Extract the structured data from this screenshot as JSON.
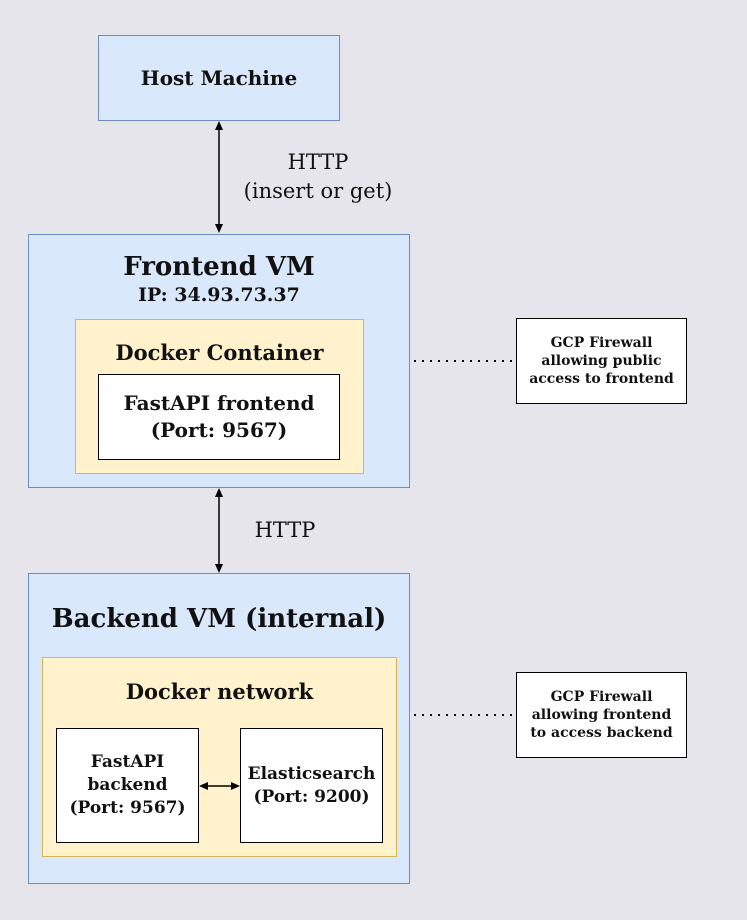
{
  "host": {
    "label": "Host Machine"
  },
  "link_host_frontend": {
    "label_line1": "HTTP",
    "label_line2": "(insert or get)"
  },
  "frontend_vm": {
    "title": "Frontend VM",
    "ip": "IP: 34.93.73.37",
    "container": {
      "title": "Docker Container",
      "app_line1": "FastAPI frontend",
      "app_line2": "(Port: 9567)"
    }
  },
  "firewall_frontend": {
    "line1": "GCP Firewall",
    "line2": "allowing public",
    "line3": "access to frontend"
  },
  "link_frontend_backend": {
    "label": "HTTP"
  },
  "backend_vm": {
    "title": "Backend VM (internal)",
    "network": {
      "title": "Docker network",
      "backend_line1": "FastAPI",
      "backend_line2": "backend",
      "backend_line3": "(Port: 9567)",
      "es_line1": "Elasticsearch",
      "es_line2": "(Port: 9200)"
    }
  },
  "firewall_backend": {
    "line1": "GCP Firewall",
    "line2": "allowing frontend",
    "line3": "to access backend"
  },
  "colors": {
    "vm_fill": "#dae8fc",
    "vm_stroke": "#6c8ebf",
    "docker_fill": "#fff2cc",
    "docker_stroke": "#d6b656",
    "background": "#e5e5eb"
  }
}
